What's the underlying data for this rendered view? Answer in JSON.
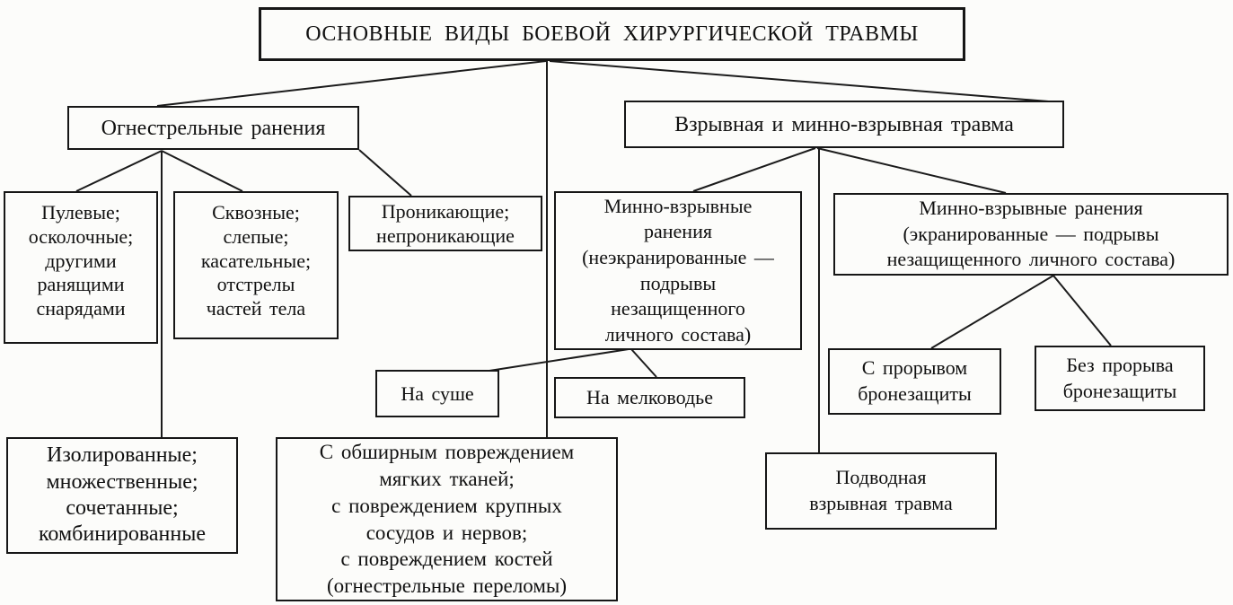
{
  "diagram": {
    "type": "flowchart",
    "language": "ru",
    "background_color": "#fcfcfa",
    "line_color": "#1b1b1b",
    "nodes": {
      "title": {
        "text": "ОСНОВНЫЕ ВИДЫ БОЕВОЙ ХИРУРГИЧЕСКОЙ ТРАВМЫ"
      },
      "gunshot": {
        "text": "Огнестрельные ранения"
      },
      "explosive": {
        "text": "Взрывная и минно-взрывная травма"
      },
      "bullet": {
        "text": "Пулевые;\nосколочные;\nдругими\nранящими\nснарядами"
      },
      "through": {
        "text": "Сквозные;\nслепые;\nкасательные;\nотстрелы\nчастей тела"
      },
      "penetrating": {
        "text": "Проникающие;\nнепроникающие"
      },
      "mine_unshielded": {
        "text": "Минно-взрывные\nранения\n(неэкранированные —\nподрывы\nнезащищенного\nличного состава)"
      },
      "mine_shielded": {
        "text": "Минно-взрывные ранения\n(экранированные — подрывы\nнезащищенного личного состава)"
      },
      "on_land": {
        "text": "На суше"
      },
      "shallow_water": {
        "text": "На мелководье"
      },
      "armor_breached": {
        "text": "С прорывом\nбронезащиты"
      },
      "armor_intact": {
        "text": "Без прорыва\nбронезащиты"
      },
      "isolated": {
        "text": "Изолированные;\nмножественные;\nсочетанные;\nкомбинированные"
      },
      "extensive_damage": {
        "text": "С обширным повреждением\nмягких тканей;\nс повреждением крупных\nсосудов и нервов;\nс повреждением костей\n(огнестрельные переломы)"
      },
      "underwater": {
        "text": "Подводная\nвзрывная травма"
      }
    },
    "edges": [
      {
        "from": "title",
        "to": "gunshot"
      },
      {
        "from": "title",
        "to": "extensive_damage"
      },
      {
        "from": "title",
        "to": "explosive"
      },
      {
        "from": "gunshot",
        "to": "bullet"
      },
      {
        "from": "gunshot",
        "to": "through"
      },
      {
        "from": "gunshot",
        "to": "penetrating"
      },
      {
        "from": "gunshot",
        "to": "isolated"
      },
      {
        "from": "explosive",
        "to": "mine_unshielded"
      },
      {
        "from": "explosive",
        "to": "underwater"
      },
      {
        "from": "explosive",
        "to": "mine_shielded"
      },
      {
        "from": "mine_unshielded",
        "to": "on_land"
      },
      {
        "from": "mine_unshielded",
        "to": "shallow_water"
      },
      {
        "from": "mine_shielded",
        "to": "armor_breached"
      },
      {
        "from": "mine_shielded",
        "to": "armor_intact"
      }
    ]
  }
}
